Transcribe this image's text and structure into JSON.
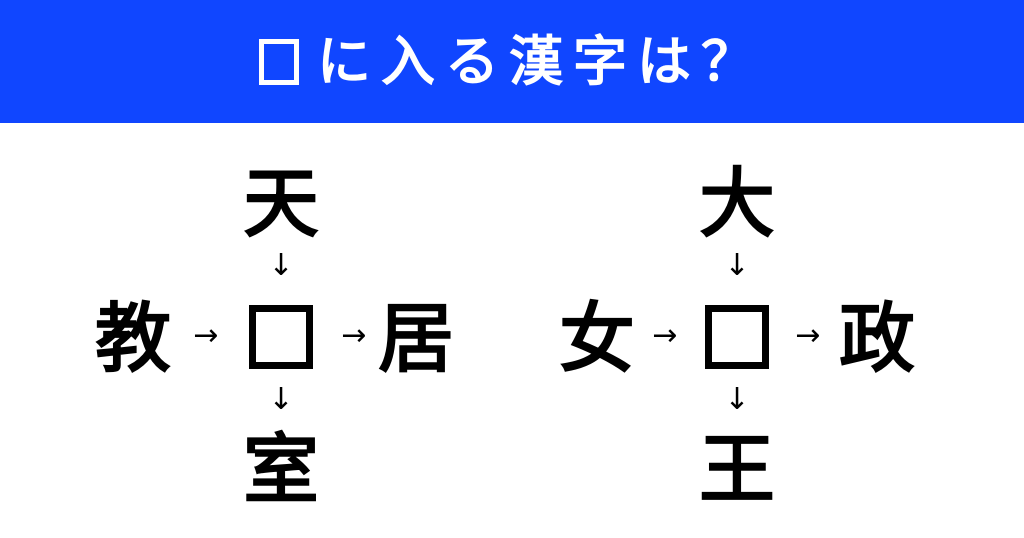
{
  "header": {
    "title_box": "□",
    "title": "に入る漢字は？",
    "background_color": "#1046ff",
    "text_color": "#ffffff"
  },
  "arrows": {
    "down": "↓",
    "right": "→"
  },
  "puzzles": [
    {
      "top": "天",
      "left": "教",
      "right": "居",
      "bottom": "室",
      "blank": "□"
    },
    {
      "top": "大",
      "left": "女",
      "right": "政",
      "bottom": "王",
      "blank": "□"
    }
  ]
}
